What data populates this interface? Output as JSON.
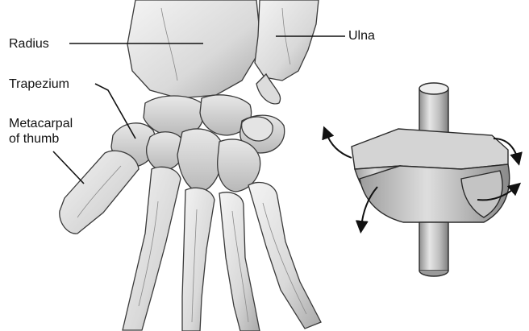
{
  "labels": {
    "radius": "Radius",
    "ulna": "Ulna",
    "trapezium": "Trapezium",
    "metacarpal_line1": "Metacarpal",
    "metacarpal_line2": "of thumb"
  },
  "colors": {
    "bone_light": "#efefef",
    "bone_mid": "#cfcfcf",
    "bone_dark": "#9a9a9a",
    "outline": "#3a3a3a",
    "model_light": "#e2e2e2",
    "model_dark": "#8c8c8c",
    "leader": "#111111"
  }
}
